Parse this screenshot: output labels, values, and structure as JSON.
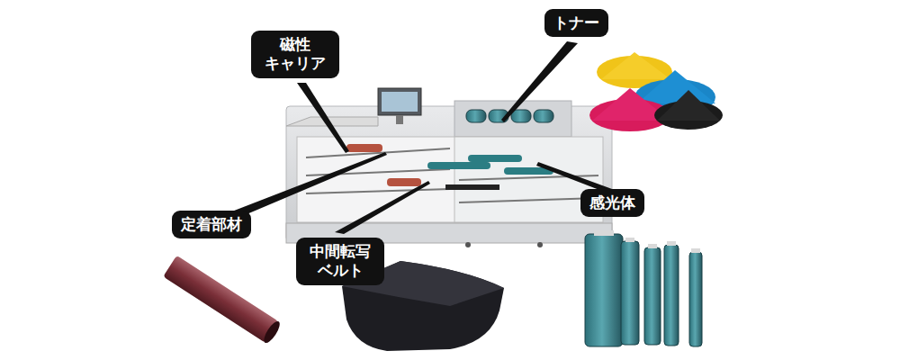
{
  "diagram": {
    "nodes": [
      {
        "text": [
          "磁性 キャリア"
        ]
      },
      {
        "text": [
          "トナー"
        ]
      },
      {
        "text": [
          "感光体"
        ]
      },
      {
        "text": [
          "定着部材"
        ]
      },
      {
        "text": [
          "中間転写 ベルト"
        ]
      }
    ]
  }
}
